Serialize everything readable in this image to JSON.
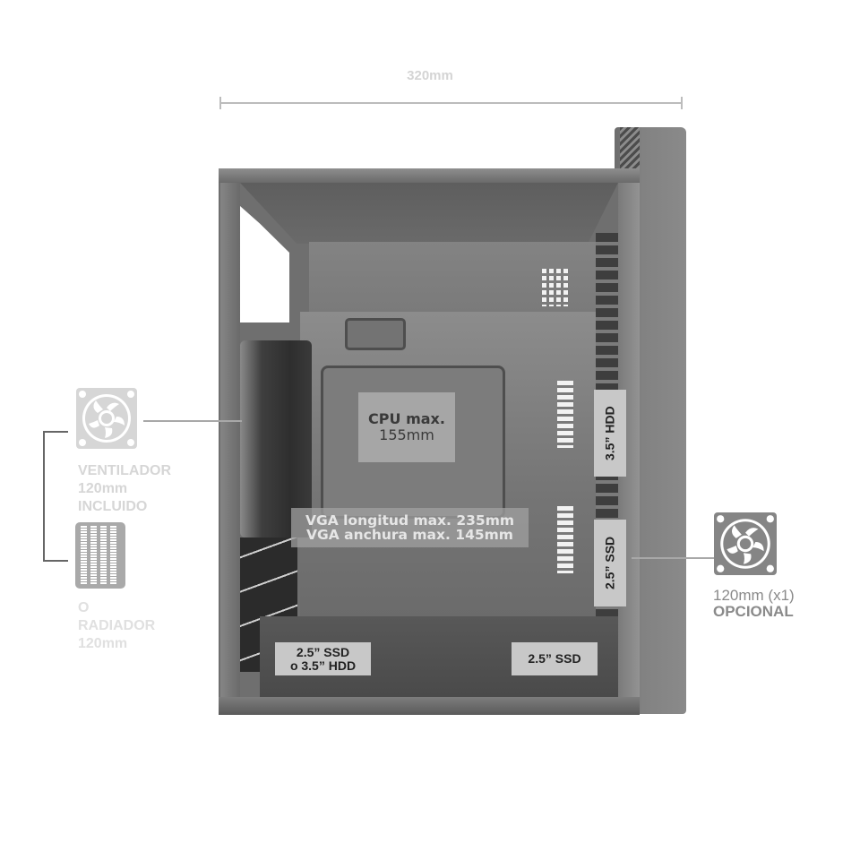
{
  "dimension": {
    "width_label": "320mm"
  },
  "case_labels": {
    "cpu": {
      "line1": "CPU max.",
      "line2": "155mm"
    },
    "vga": {
      "line1": "VGA longitud max. 235mm",
      "line2": "VGA anchura max. 145mm"
    },
    "side_hdd": "3.5” HDD",
    "side_ssd": "2.5” SSD",
    "floor_left": {
      "line1": "2.5” SSD",
      "line2": "o 3.5” HDD"
    },
    "floor_right": "2.5” SSD"
  },
  "left_callout": {
    "fan_icon": "fan-icon",
    "fan_text": [
      "VENTILADOR",
      "120mm",
      "INCLUIDO"
    ],
    "radiator_icon": "radiator-icon",
    "radiator_text": [
      "O",
      "RADIADOR",
      "120mm"
    ]
  },
  "right_callout": {
    "fan_icon": "fan-icon",
    "line1": "120mm (x1)",
    "line2": "OPCIONAL"
  },
  "colors": {
    "background": "#ffffff",
    "case_gray": "#6f6f6f",
    "label_bg": "#c8c8c8",
    "callout_text_light": "#d6d6d6",
    "callout_text_dark": "#8a8a8a"
  }
}
